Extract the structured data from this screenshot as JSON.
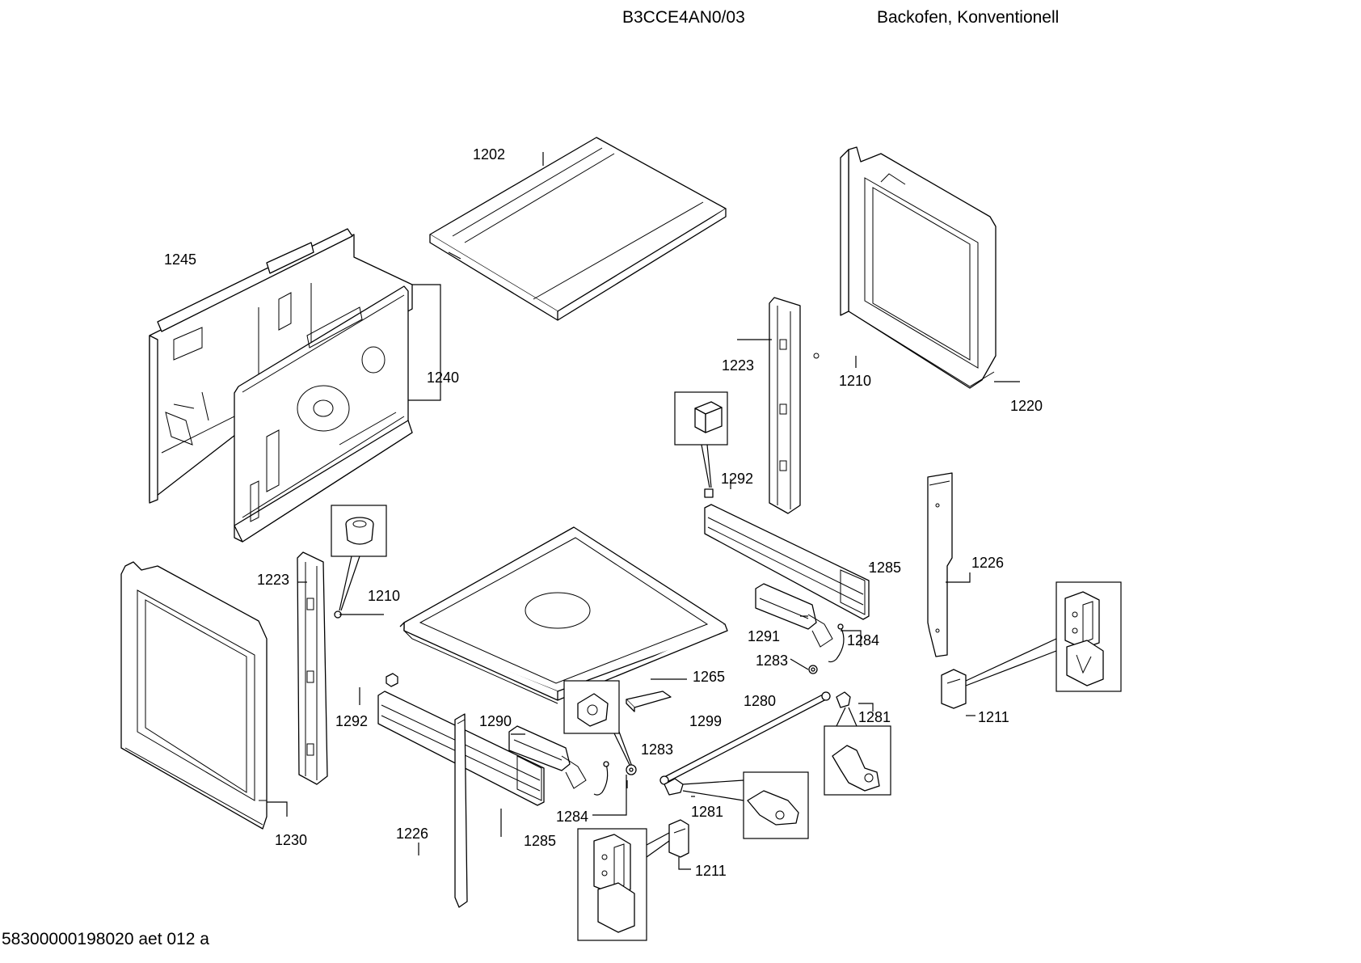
{
  "header": {
    "model": "B3CCE4AN0/03",
    "description": "Backofen, Konventionell"
  },
  "footer": {
    "doc_id": "58300000198020 aet 012 a"
  },
  "callouts": {
    "c1202": "1202",
    "c1245": "1245",
    "c1240": "1240",
    "c1223a": "1223",
    "c1210a": "1210",
    "c1220": "1220",
    "c1292a": "1292",
    "c1226a": "1226",
    "c1285a": "1285",
    "c1223b": "1223",
    "c1210b": "1210",
    "c1291": "1291",
    "c1284a": "1284",
    "c1283a": "1283",
    "c1265": "1265",
    "c1280": "1280",
    "c1292b": "1292",
    "c1290": "1290",
    "c1299": "1299",
    "c1281a": "1281",
    "c1211a": "1211",
    "c1283b": "1283",
    "c1230": "1230",
    "c1284b": "1284",
    "c1281b": "1281",
    "c1226b": "1226",
    "c1285b": "1285",
    "c1211b": "1211"
  }
}
